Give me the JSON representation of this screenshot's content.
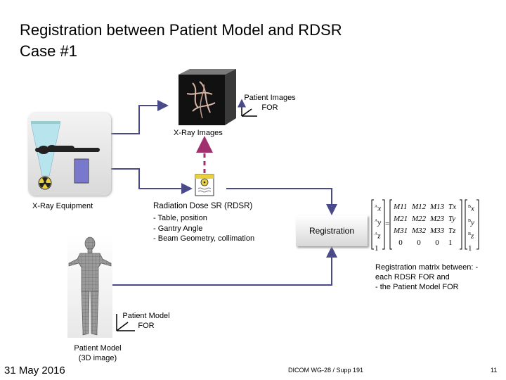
{
  "title": {
    "line1": "Registration between Patient Model and RDSR",
    "line2": "Case #1"
  },
  "patient_images": {
    "line1": "Patient Images",
    "line2": "FOR"
  },
  "xray_images": "X-Ray Images",
  "xray_equipment": "X-Ray Equipment",
  "rdsr": {
    "title": "Radiation Dose SR (RDSR)",
    "items": [
      "Table, position",
      "Gantry Angle",
      "Beam Geometry, collimation"
    ]
  },
  "registration_label": "Registration",
  "matrix": {
    "lhs": [
      "x",
      "y",
      "z",
      "1"
    ],
    "lhs_prefix": [
      "A",
      "A",
      "A",
      ""
    ],
    "m": [
      [
        "M11",
        "M12",
        "M13",
        "Tx"
      ],
      [
        "M21",
        "M22",
        "M23",
        "Ty"
      ],
      [
        "M31",
        "M32",
        "M33",
        "Tz"
      ],
      [
        "0",
        "0",
        "0",
        "1"
      ]
    ],
    "rhs": [
      "x",
      "y",
      "z",
      "1"
    ],
    "rhs_prefix": [
      "B",
      "B",
      "B",
      ""
    ],
    "equals": "="
  },
  "registration_matrix_note": {
    "line1": "Registration matrix between:  -",
    "line2": "each RDSR FOR and",
    "line3": "- the Patient Model FOR"
  },
  "patient_model_for": {
    "line1": "Patient Model",
    "line2": "FOR"
  },
  "patient_model": {
    "line1": "Patient Model",
    "line2": "(3D image)"
  },
  "footer": {
    "date": "31 May 2016",
    "center": "DICOM WG-28 / Supp 191",
    "page": "11"
  },
  "colors": {
    "arrow": "#4a4a8a",
    "dashed": "#a0306e",
    "cone": "#b8e4ee",
    "stand": "#7878cc",
    "table": "#222222"
  },
  "icons": [
    "volume-render-icon",
    "radiation-icon",
    "document-icon",
    "human-mesh-icon",
    "axes-icon"
  ]
}
